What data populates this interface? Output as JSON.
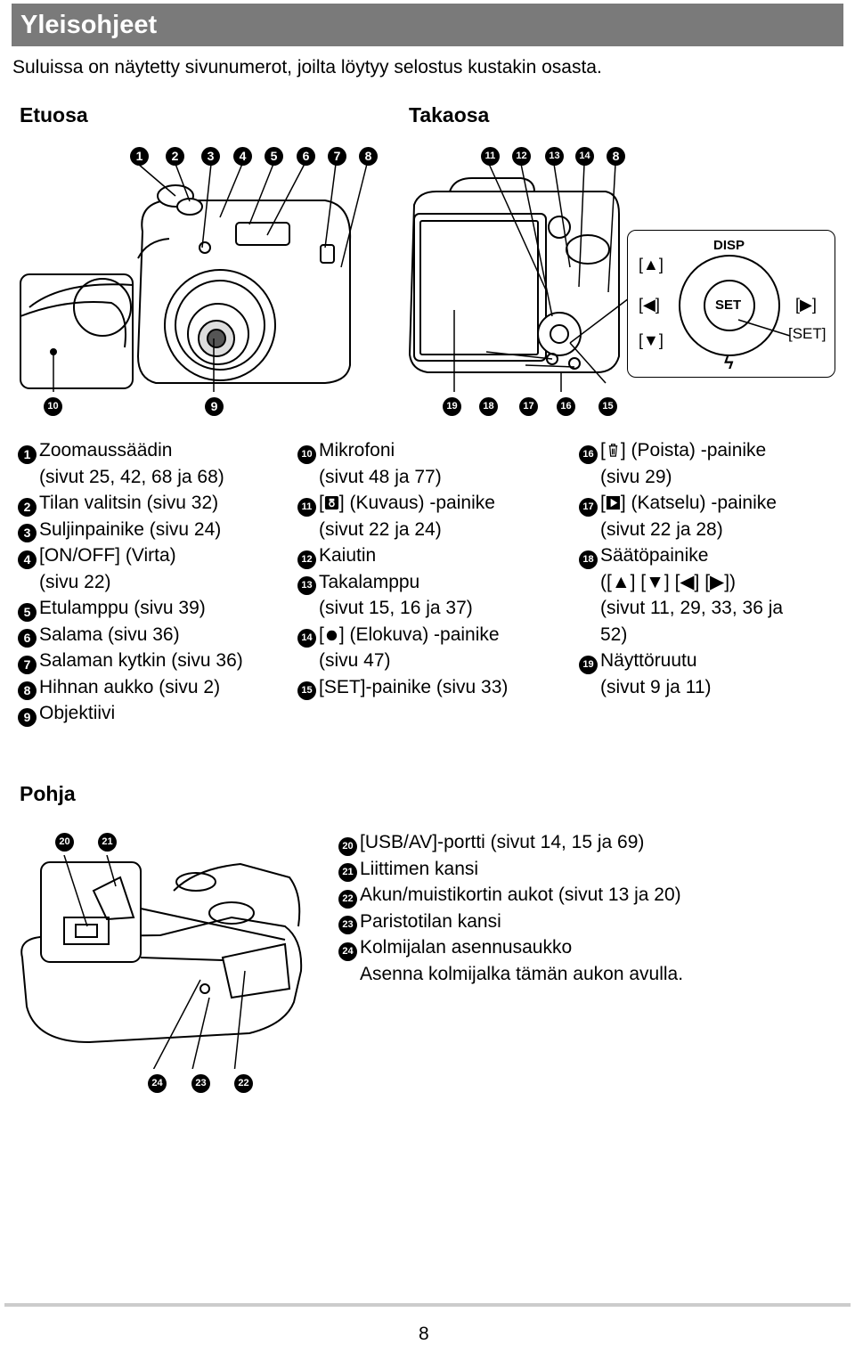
{
  "header": {
    "title": "Yleisohjeet"
  },
  "intro": "Suluissa on näytetty sivunumerot, joilta löytyy selostus kustakin osasta.",
  "sections": {
    "front": "Etuosa",
    "back": "Takaosa",
    "bottom": "Pohja"
  },
  "markers": {
    "front_top": [
      "1",
      "2",
      "3",
      "4",
      "5",
      "6",
      "7",
      "8"
    ],
    "back_top": [
      "11",
      "12",
      "13",
      "14",
      "8"
    ],
    "front_bottom": [
      "10",
      "9"
    ],
    "back_bottom": [
      "19",
      "18",
      "17",
      "16",
      "15"
    ],
    "bottom_top": [
      "20",
      "21"
    ],
    "bottom_bottom": [
      "24",
      "23",
      "22"
    ]
  },
  "dpad": {
    "disp": "DISP",
    "set": "SET",
    "up": "[▲]",
    "left": "[◀]",
    "right": "[▶]",
    "down": "[▼]",
    "set_label": "[SET]",
    "flash": "ϟ"
  },
  "entries_col1": [
    {
      "n": "1",
      "lines": "Zoomaussäädin\n(sivut 25, 42, 68 ja 68)"
    },
    {
      "n": "2",
      "lines": "Tilan valitsin (sivu 32)"
    },
    {
      "n": "3",
      "lines": "Suljinpainike (sivu 24)"
    },
    {
      "n": "4",
      "lines": "[ON/OFF] (Virta)\n(sivu 22)"
    },
    {
      "n": "5",
      "lines": "Etulamppu (sivu 39)"
    },
    {
      "n": "6",
      "lines": "Salama (sivu 36)"
    },
    {
      "n": "7",
      "lines": "Salaman kytkin (sivu 36)"
    },
    {
      "n": "8",
      "lines": "Hihnan aukko (sivu 2)"
    },
    {
      "n": "9",
      "lines": "Objektiivi"
    }
  ],
  "entries_col2": [
    {
      "n": "10",
      "pre": "",
      "post": "Mikrofoni\n(sivut 48 ja 77)"
    },
    {
      "n": "11",
      "pre": "[",
      "icon": "camera",
      "post": "] (Kuvaus) -painike\n(sivut 22 ja 24)"
    },
    {
      "n": "12",
      "pre": "",
      "post": "Kaiutin"
    },
    {
      "n": "13",
      "pre": "",
      "post": "Takalamppu\n(sivut 15, 16 ja 37)"
    },
    {
      "n": "14",
      "pre": "[",
      "icon": "dot",
      "post": "] (Elokuva) -painike\n(sivu 47)"
    },
    {
      "n": "15",
      "pre": "",
      "post": "[SET]-painike (sivu 33)"
    }
  ],
  "entries_col3": [
    {
      "n": "16",
      "pre": "[",
      "icon": "trash",
      "post": "] (Poista) -painike\n(sivu 29)"
    },
    {
      "n": "17",
      "pre": "[",
      "icon": "play",
      "post": "] (Katselu) -painike\n(sivut 22 ja 28)"
    },
    {
      "n": "18",
      "pre": "",
      "post": "Säätöpainike\n([▲] [▼] [◀] [▶])\n(sivut 11, 29, 33, 36 ja\n52)"
    },
    {
      "n": "19",
      "pre": "",
      "post": "Näyttöruutu\n(sivut 9 ja 11)"
    }
  ],
  "entries_bottom": [
    {
      "n": "20",
      "lines": "[USB/AV]-portti (sivut 14, 15 ja 69)"
    },
    {
      "n": "21",
      "lines": "Liittimen kansi"
    },
    {
      "n": "22",
      "lines": "Akun/muistikortin aukot (sivut 13 ja 20)"
    },
    {
      "n": "23",
      "lines": "Paristotilan kansi"
    },
    {
      "n": "24",
      "lines": "Kolmijalan asennusaukko\nAsenna kolmijalka tämän aukon avulla."
    }
  ],
  "page_number": "8",
  "icons": [
    "camera-icon",
    "movie-dot-icon",
    "trash-icon",
    "play-icon"
  ]
}
